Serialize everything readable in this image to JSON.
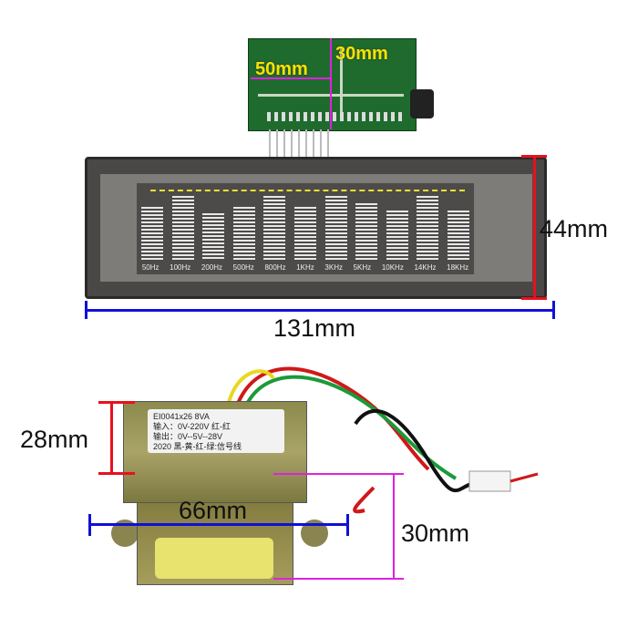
{
  "pcb": {
    "width_label": "50mm",
    "height_label": "30mm"
  },
  "vfd": {
    "height_label": "44mm",
    "width_label": "131mm",
    "channels": [
      {
        "label": "50Hz",
        "level": 15
      },
      {
        "label": "100Hz",
        "level": 18
      },
      {
        "label": "200Hz",
        "level": 13
      },
      {
        "label": "500Hz",
        "level": 15
      },
      {
        "label": "800Hz",
        "level": 18
      },
      {
        "label": "1KHz",
        "level": 15
      },
      {
        "label": "3KHz",
        "level": 18
      },
      {
        "label": "5KHz",
        "level": 16
      },
      {
        "label": "10KHz",
        "level": 14
      },
      {
        "label": "14KHz",
        "level": 18
      },
      {
        "label": "18KHz",
        "level": 14
      }
    ],
    "max_level": 18
  },
  "transformer": {
    "height_label": "28mm",
    "width_label": "66mm",
    "depth_label": "30mm",
    "nameplate": [
      "EI0041x26  8VA",
      "输入：0V-220V 红-红",
      "输出：0V--5V--28V",
      "2020   黑-黄-红-绿:信号线"
    ]
  },
  "colors": {
    "red": "#e8101c",
    "blue": "#1010d8",
    "magenta": "#e020e0",
    "yellow": "#f5e400"
  }
}
